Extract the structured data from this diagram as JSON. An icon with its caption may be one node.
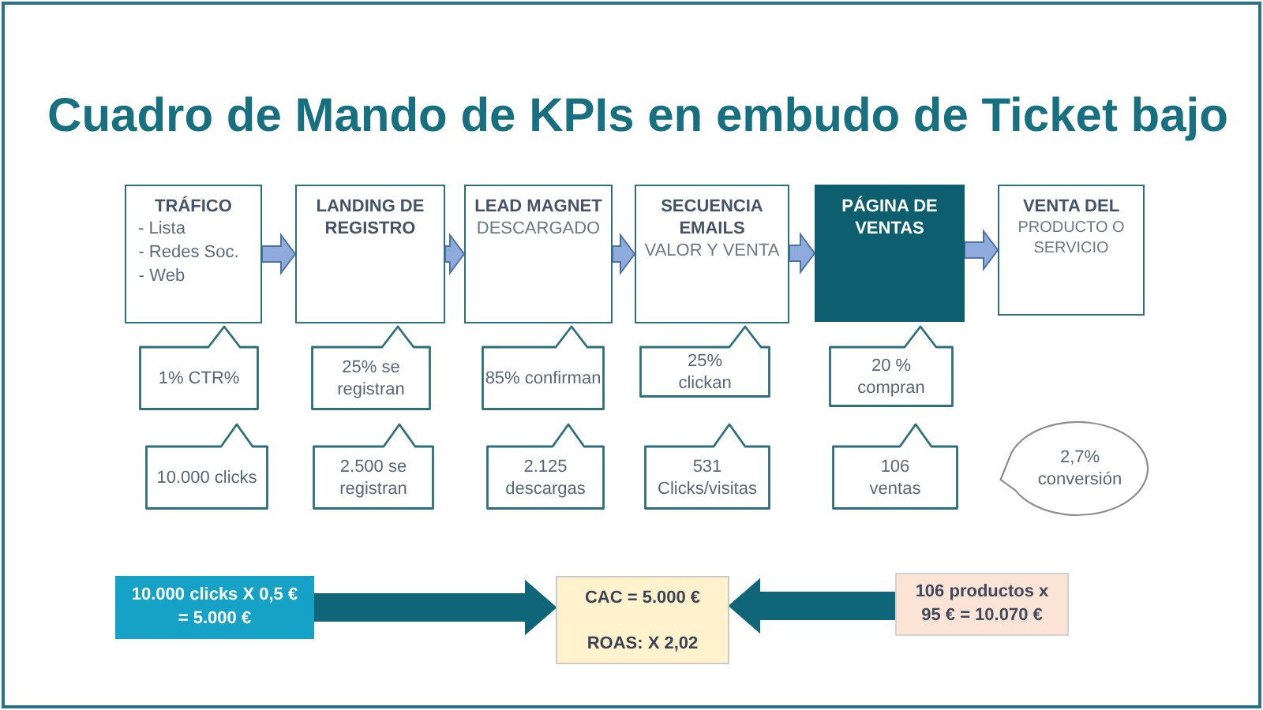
{
  "diagram": {
    "title": "Cuadro de Mando de KPIs en embudo de Ticket bajo",
    "nodes": [
      {
        "text": [
          "TRÁFICO",
          "- Lista",
          "- Redes Soc.",
          "- Web"
        ]
      },
      {
        "text": [
          "LANDING DE REGISTRO"
        ]
      },
      {
        "text": [
          "LEAD MAGNET",
          "DESCARGADO"
        ]
      },
      {
        "text": [
          "SECUENCIA EMAILS",
          "VALOR Y VENTA"
        ]
      },
      {
        "text": [
          "PÁGINA DE VENTAS"
        ]
      },
      {
        "text": [
          "VENTA DEL",
          "PRODUCTO O SERVICIO"
        ]
      },
      {
        "text": [
          "1% CTR%"
        ]
      },
      {
        "text": [
          "25% se registran"
        ]
      },
      {
        "text": [
          "85% confirman"
        ]
      },
      {
        "text": [
          "25% clickan"
        ]
      },
      {
        "text": [
          "20 % compran"
        ]
      },
      {
        "text": [
          "10.000 clicks"
        ]
      },
      {
        "text": [
          "2.500 se registran"
        ]
      },
      {
        "text": [
          "2.125 descargas"
        ]
      },
      {
        "text": [
          "531 Clicks/visitas"
        ]
      },
      {
        "text": [
          "106 ventas"
        ]
      },
      {
        "text": [
          "2,7% conversión"
        ]
      },
      {
        "text": [
          "10.000 clicks X 0,5 € = 5.000 €"
        ]
      },
      {
        "text": [
          "CAC = 5.000 €",
          "ROAS: X 2,02"
        ]
      },
      {
        "text": [
          "106 productos x 95 € = 10.070 €"
        ]
      }
    ],
    "edges": [
      {
        "from": 0,
        "to": 1,
        "arrow": "to"
      },
      {
        "from": 1,
        "to": 2,
        "arrow": "to"
      },
      {
        "from": 2,
        "to": 3,
        "arrow": "to"
      },
      {
        "from": 3,
        "to": 4,
        "arrow": "to"
      },
      {
        "from": 4,
        "to": 5,
        "arrow": "to"
      },
      {
        "from": 17,
        "to": 18,
        "arrow": "to",
        "style": "thick",
        "color": "#0f6679"
      },
      {
        "from": 19,
        "to": 18,
        "arrow": "to",
        "style": "thick",
        "color": "#0f6679"
      }
    ]
  }
}
